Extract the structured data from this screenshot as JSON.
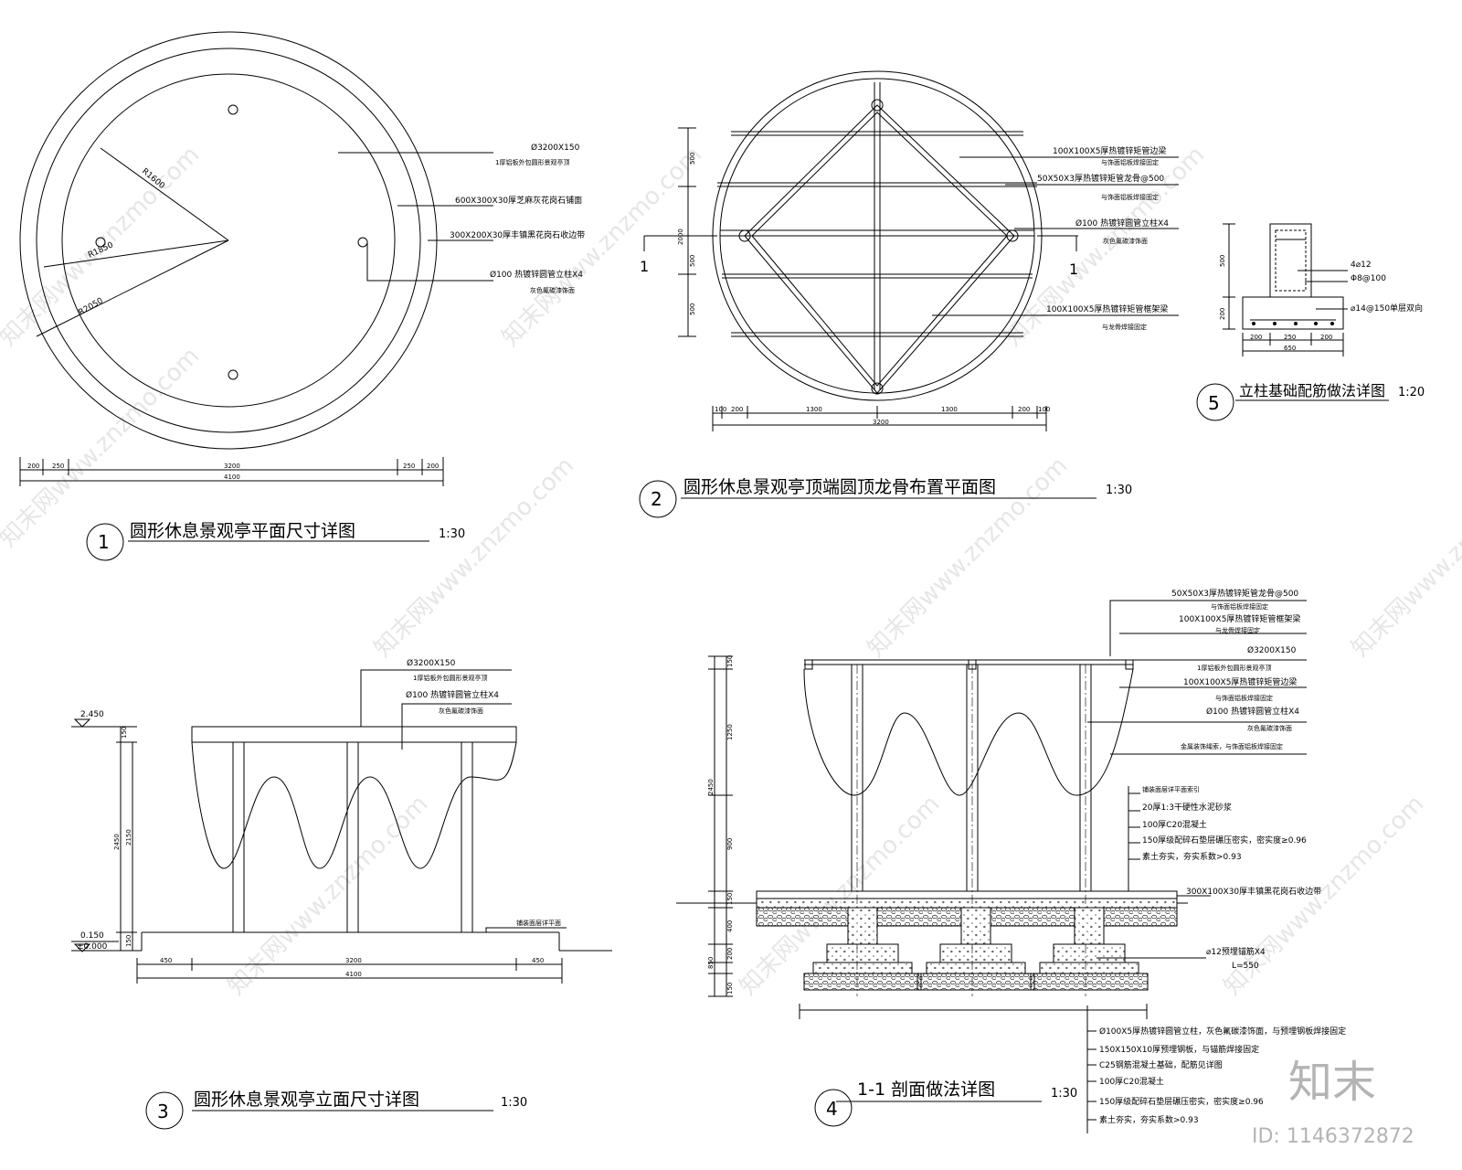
{
  "drawings": [
    {
      "num": "1",
      "title": "圆形休息景观亭平面尺寸详图",
      "scale": "1:30"
    },
    {
      "num": "2",
      "title": "圆形休息景观亭顶端圆顶龙骨布置平面图",
      "scale": "1:30"
    },
    {
      "num": "3",
      "title": "圆形休息景观亭立面尺寸详图",
      "scale": "1:30"
    },
    {
      "num": "4",
      "title": "1-1  剖面做法详图",
      "scale": "1:30"
    },
    {
      "num": "5",
      "title": "立柱基础配筋做法详图",
      "scale": "1:20"
    }
  ],
  "plan1": {
    "radii": [
      "R1600",
      "R1850",
      "R2050"
    ],
    "labels": [
      "Ø3200X150",
      "1厚铝板外包圆形景观亭顶",
      "600X300X30厚芝麻灰花岗石铺面",
      "300X200X30厚丰镇黑花岗石收边带",
      "Ø100  热镀锌圆管立柱X4",
      "灰色氟碳漆饰面"
    ],
    "dims_top": [
      "200",
      "250",
      "3200",
      "250",
      "200"
    ],
    "dim_total": "4100"
  },
  "plan2": {
    "labels": [
      "100X100X5厚热镀锌矩管边梁",
      "与饰面铝板焊接固定",
      "50X50X3厚热镀锌矩管龙骨@500",
      "与饰面铝板焊接固定",
      "Ø100  热镀锌圆管立柱X4",
      "灰色氟碳漆饰面",
      "100X100X5厚热镀锌矩管框架梁",
      "与龙骨焊接固定"
    ],
    "section_mark": "1",
    "dims_left": [
      "500",
      "2000",
      "500",
      "500"
    ],
    "dims_bottom": [
      "100",
      "200",
      "1300",
      "1300",
      "200",
      "100"
    ],
    "dim_total": "3200"
  },
  "detail5": {
    "labels": [
      "4⌀12",
      "Φ8@100",
      "⌀14@150单层双向"
    ],
    "dims_left": [
      "500",
      "200"
    ],
    "dims_bottom": [
      "200",
      "250",
      "200"
    ],
    "dim_total": "650"
  },
  "elev3": {
    "labels": [
      "Ø3200X150",
      "1厚铝板外包圆形景观亭顶",
      "Ø100  热镀锌圆管立柱X4",
      "灰色氟碳漆饰面",
      "铺装面层详平面"
    ],
    "levels": [
      "2.450",
      "0.150",
      "±0.000"
    ],
    "dims_left": [
      "150",
      "2450",
      "2150",
      "150"
    ],
    "dims_bottom": [
      "450",
      "3200",
      "450"
    ],
    "dim_total": "4100"
  },
  "sect4": {
    "labels_top": [
      "50X50X3厚热镀锌矩管龙骨@500",
      "与饰面铝板焊接固定",
      "100X100X5厚热镀锌矩管框架梁",
      "与龙骨焊接固定",
      "Ø3200X150",
      "1厚铝板外包圆形景观亭顶",
      "100X100X5厚热镀锌矩管边梁",
      "与饰面铝板焊接固定",
      "Ø100  热镀锌圆管立柱X4",
      "灰色氟碳漆饰面",
      "金属装饰绳索，与饰面铝板焊接固定"
    ],
    "labels_mid": [
      "铺装面层详平面索引",
      "20厚1:3干硬性水泥砂浆",
      "100厚C20混凝土",
      "150厚级配碎石垫层碾压密实，密实度≥0.96",
      "素土夯实，夯实系数>0.93",
      "300X100X30厚丰镇黑花岗石收边带",
      "⌀12预埋锚筋X4",
      "L=550"
    ],
    "labels_bottom": [
      "Ø100X5厚热镀锌圆管立柱，灰色氟碳漆饰面，与预埋钢板焊接固定",
      "150X150X10厚预埋钢板，与锚筋焊接固定",
      "C25钢筋混凝土基础，配筋见详图",
      "100厚C20混凝土",
      "150厚级配碎石垫层碾压密实，密实度≥0.96",
      "素土夯实，夯实系数>0.93"
    ],
    "dims_left": [
      "150",
      "1250",
      "900",
      "150",
      "400",
      "200",
      "150",
      "2450",
      "850"
    ]
  },
  "watermarks": [
    "知末网www.znzmo.com"
  ],
  "brand": {
    "logo": "知末",
    "id": "ID: 1146372872"
  }
}
